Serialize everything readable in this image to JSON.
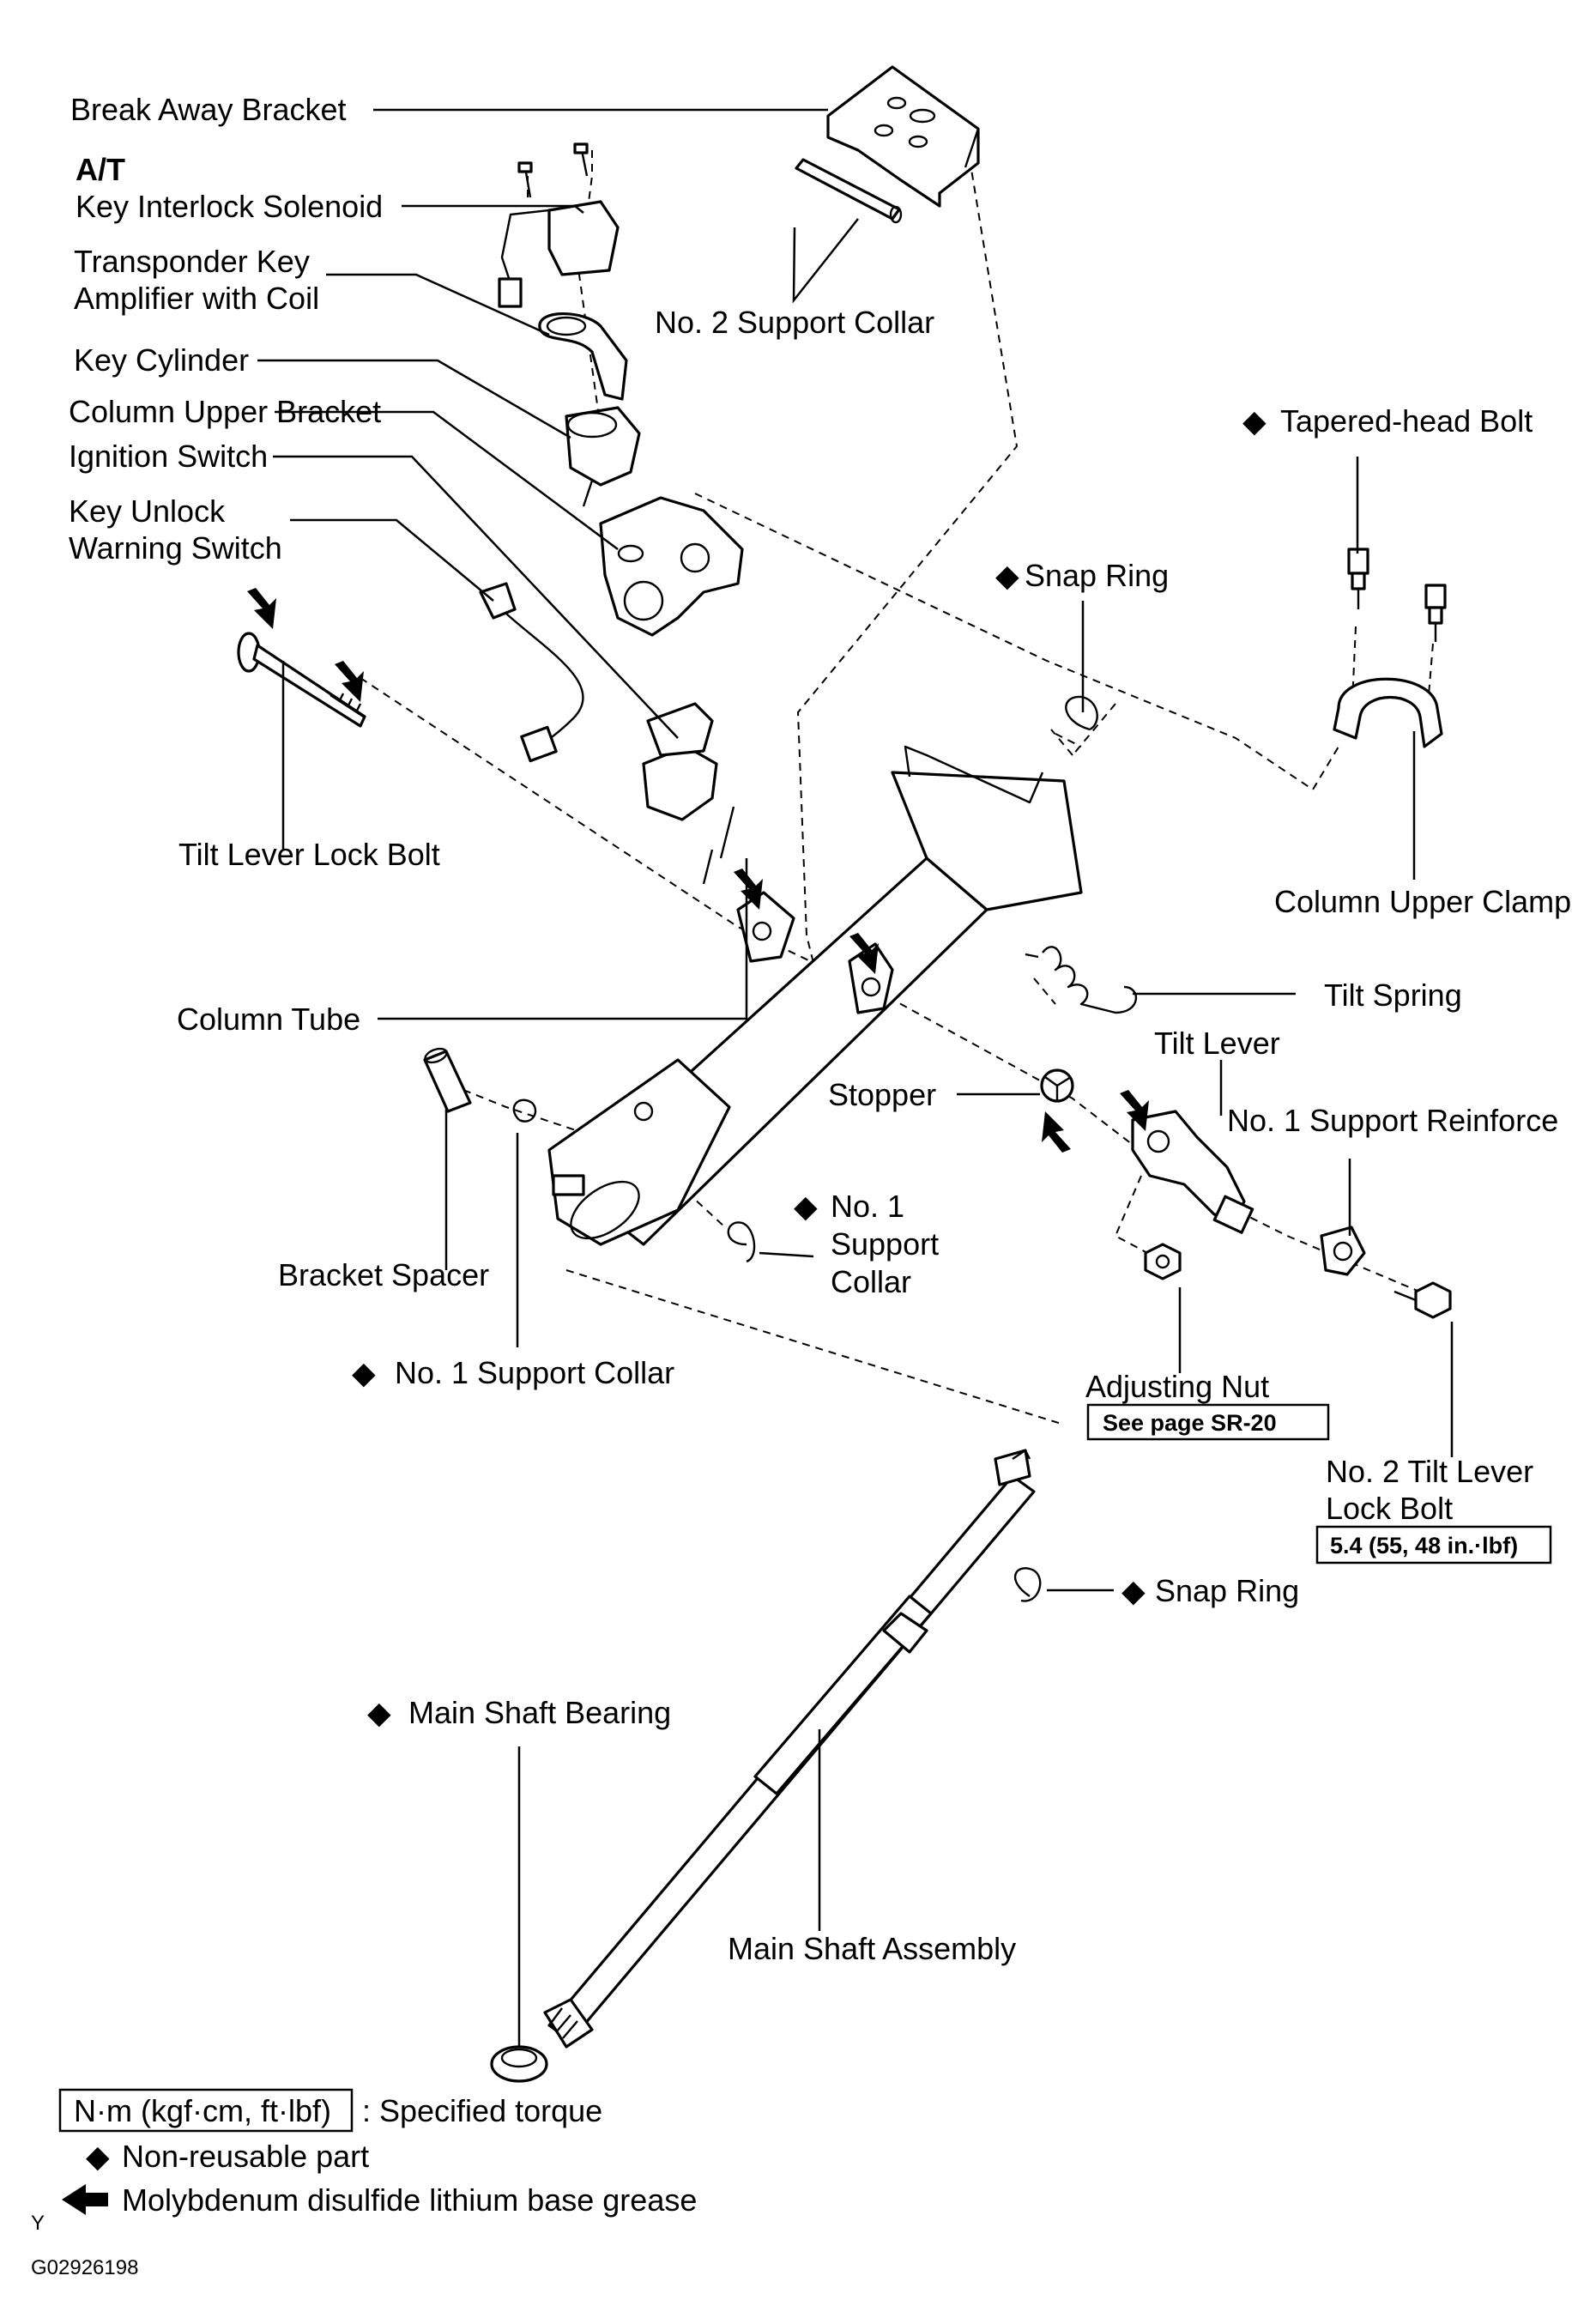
{
  "labels": {
    "break_away_bracket": "Break Away Bracket",
    "at": "A/T",
    "key_interlock_solenoid": "Key Interlock Solenoid",
    "transponder_line1": "Transponder Key",
    "transponder_line2": "Amplifier with Coil",
    "key_cylinder": "Key Cylinder",
    "no2_support_collar": "No. 2 Support Collar",
    "column_upper_bracket": "Column Upper Bracket",
    "ignition_switch": "Ignition Switch",
    "key_unlock_line1": "Key Unlock",
    "key_unlock_line2": "Warning Switch",
    "tapered_head_bolt": "Tapered-head  Bolt",
    "snap_ring_upper": "Snap Ring",
    "tilt_lever_lock_bolt": "Tilt Lever Lock Bolt",
    "column_upper_clamp": "Column Upper Clamp",
    "tilt_spring": "Tilt Spring",
    "column_tube": "Column Tube",
    "tilt_lever": "Tilt Lever",
    "stopper": "Stopper",
    "no1_support_reinforce": "No. 1 Support Reinforce",
    "no1_support_collar_right_line1": "No. 1",
    "no1_support_collar_right_line2": "Support",
    "no1_support_collar_right_line3": "Collar",
    "bracket_spacer": "Bracket Spacer",
    "no1_support_collar_left": "No. 1 Support Collar",
    "adjusting_nut": "Adjusting Nut",
    "see_page": "See page SR-20",
    "no2_tilt_lever_line1": "No. 2 Tilt Lever",
    "no2_tilt_lever_line2": "Lock Bolt",
    "torque_spec": "5.4 (55, 48 in.·lbf)",
    "snap_ring_lower": "Snap Ring",
    "main_shaft_bearing": "Main Shaft Bearing",
    "main_shaft_assembly": "Main Shaft Assembly"
  },
  "symbols": {
    "non_reusable": "◆"
  },
  "legend": {
    "torque_box": "N·m (kgf·cm, ft·lbf)",
    "torque_text": ": Specified torque",
    "non_reusable_text": "Non-reusable part",
    "grease_text": "Molybdenum disulfide lithium base grease"
  },
  "footer": {
    "corner_mark": "Y",
    "figure_code": "G02926198"
  }
}
